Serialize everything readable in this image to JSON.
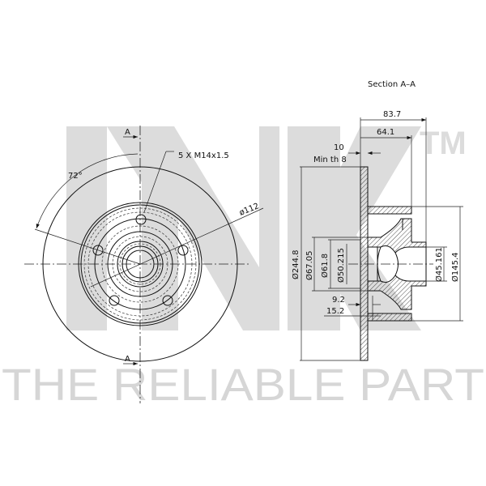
{
  "watermark": {
    "logo": "NK",
    "trademark": "TM",
    "slogan": "THE RELIABLE PART"
  },
  "front_view": {
    "section_marker_top": "A",
    "section_marker_bottom": "A",
    "angle_label": "72°",
    "bolt_label": "5 X M14x1.5",
    "pcd_label": "ø112"
  },
  "section_view": {
    "title": "Section  A–A",
    "dimensions": {
      "overall_height": "83.7",
      "hub_height": "64.1",
      "thickness": "10",
      "min_thickness": "Min  th  8",
      "outer_diameter": "Ø244.8",
      "d1": "Ø67.05",
      "d2": "Ø61.8",
      "d3": "Ø50.215",
      "d4": "Ø45.161",
      "d5": "Ø145.4",
      "offset1": "9.2",
      "offset2": "15.2"
    }
  },
  "colors": {
    "watermark": "#dcdcdc",
    "line": "#111111"
  }
}
